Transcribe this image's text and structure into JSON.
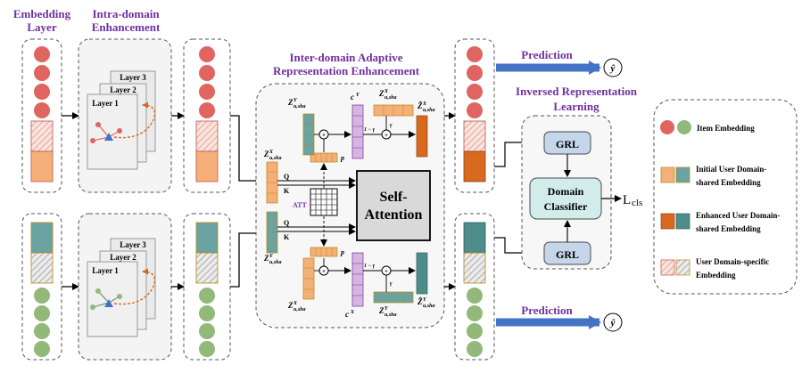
{
  "titles": {
    "embedding_layer": [
      "Embedding",
      "Layer"
    ],
    "intra_domain": [
      "Intra-domain",
      "Enhancement"
    ],
    "inter_domain": [
      "Inter-domain Adaptive",
      "Representation Enhancement"
    ],
    "inversed": [
      "Inversed Representation",
      "Learning"
    ]
  },
  "layers": {
    "layer1": "Layer 1",
    "layer2": "Layer 2",
    "layer3": "Layer 3"
  },
  "attention": {
    "label": [
      "Self-",
      "Attention"
    ],
    "att": "ATT",
    "q": "Q",
    "k": "K"
  },
  "symbols": {
    "z_x": "Z",
    "sub_usha": "u,sha",
    "sup_x": "X",
    "sup_y": "Y",
    "c": "c",
    "p": "p",
    "gamma": "γ",
    "one_minus_gamma": "1 − γ",
    "z_hat": "Ẑ",
    "plus": "+",
    "times": "×",
    "y_hat": "ŷ"
  },
  "prediction": {
    "top": "Prediction",
    "bottom": "Prediction"
  },
  "grl": {
    "top": "GRL",
    "bottom": "GRL"
  },
  "domain_classifier": [
    "Domain",
    "Classifier"
  ],
  "loss": {
    "main": "L",
    "sub": "cls"
  },
  "legend": {
    "item": "Item Embedding",
    "initial": [
      "Initial User Domain-",
      "shared Embedding"
    ],
    "enhanced": [
      "Enhanced User Domain-",
      "shared Embedding"
    ],
    "specific": [
      "User Domain-specific",
      "Embedding"
    ]
  },
  "colors": {
    "red": "#e06460",
    "green": "#92b87a",
    "orange": "#f5b07a",
    "teal": "#6aa3a1",
    "dark_orange": "#d9691f",
    "dark_teal": "#4e8d8a",
    "purple": "#7030a0",
    "arrow_blue": "#4472c4",
    "grl_fill": "#c5d6ea",
    "classifier_fill": "#d2ecec"
  }
}
